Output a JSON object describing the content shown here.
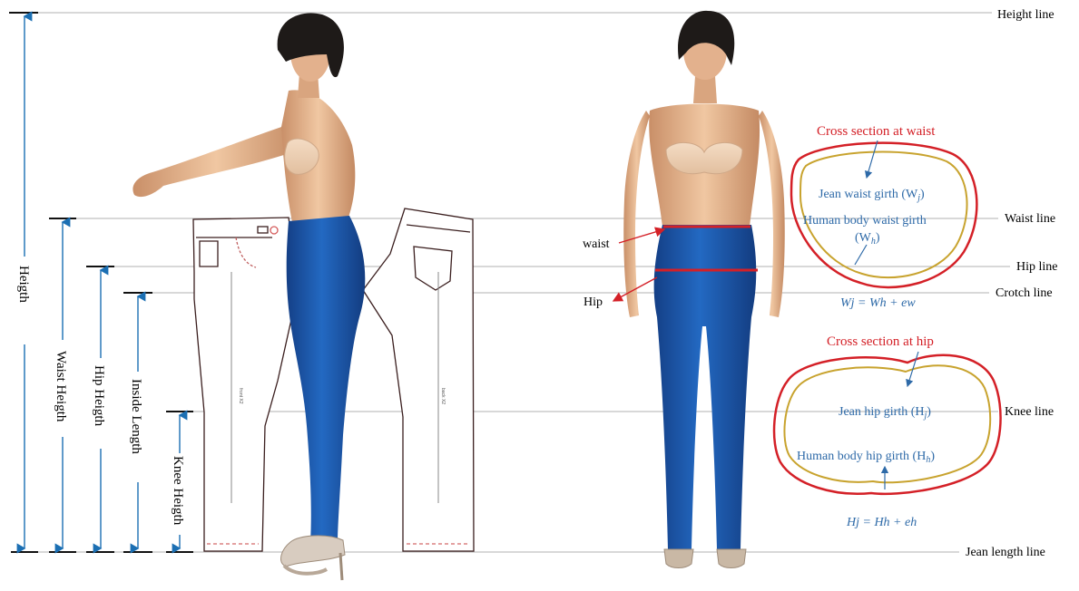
{
  "lines": {
    "height": "Height line",
    "waist": "Waist line",
    "hip": "Hip line",
    "crotch": "Crotch line",
    "knee": "Knee line",
    "jean_length": "Jean length line"
  },
  "dimensions": {
    "height": "Heigth",
    "waist_height": "Waist Heigth",
    "hip_height": "Hip Heigth",
    "inside_length": "Inside Length",
    "knee_height": "Knee Heigth"
  },
  "body_labels": {
    "waist": "waist",
    "hip": "Hip"
  },
  "waist_section": {
    "title": "Cross section at waist",
    "jean_girth": "Jean waist girth (W",
    "jean_sub": "j",
    "body_girth": "Human body waist girth",
    "body_symbol": "(W",
    "body_sub": "h",
    "formula": "Wj = Wh + ew"
  },
  "hip_section": {
    "title": "Cross section at hip",
    "jean_girth": "Jean hip girth (H",
    "jean_sub": "j",
    "body_girth": "Human body hip girth (H",
    "body_sub": "h",
    "formula": "Hj = Hh + eh"
  },
  "pattern_text": {
    "front": "front X2",
    "back": "back X2"
  },
  "colors": {
    "measure_arrow": "#1b6fb3",
    "guide_line": "#b0b0b0",
    "jean_blue": "#1a5aa8",
    "skin": "#e2b48e",
    "cross_section_red": "#d42027",
    "cross_section_gold": "#c8a32e",
    "label_blue": "#2e6aa8"
  }
}
